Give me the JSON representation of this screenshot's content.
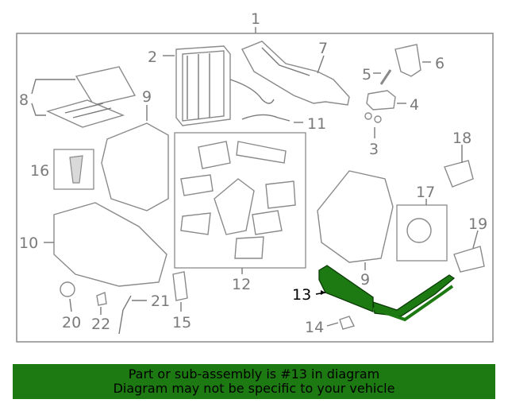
{
  "callouts": [
    "1",
    "2",
    "3",
    "4",
    "5",
    "6",
    "7",
    "8",
    "9",
    "9",
    "10",
    "11",
    "12",
    "13",
    "14",
    "15",
    "16",
    "17",
    "18",
    "19",
    "20",
    "21",
    "22"
  ],
  "highlighted_part": "13",
  "colors": {
    "highlight": "#1d7a12",
    "banner": "#1d7a12",
    "line": "#8a8a8a"
  },
  "banner": {
    "line1": "Part or sub-assembly is #13 in diagram",
    "line2": "Diagram may not be specific to your vehicle"
  }
}
